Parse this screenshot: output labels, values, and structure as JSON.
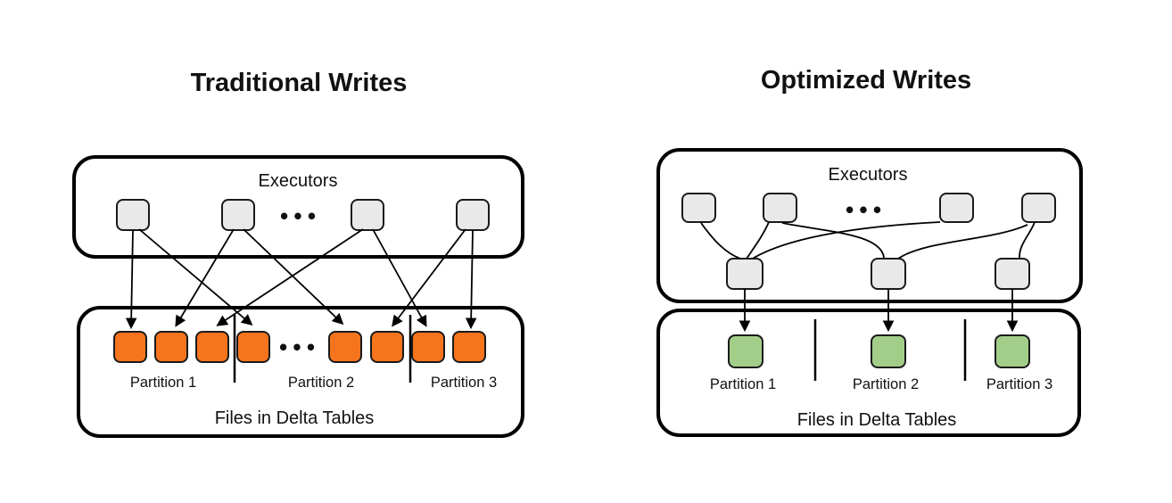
{
  "left": {
    "title": "Traditional Writes",
    "executors": {
      "label": "Executors",
      "ellipsis": "•••"
    },
    "files": {
      "label": "Files in Delta Tables",
      "ellipsis": "•••",
      "partitions": [
        "Partition 1",
        "Partition 2",
        "Partition 3"
      ]
    }
  },
  "right": {
    "title": "Optimized Writes",
    "executors": {
      "label": "Executors",
      "ellipsis": "•••"
    },
    "files": {
      "label": "Files in Delta Tables",
      "partitions": [
        "Partition 1",
        "Partition 2",
        "Partition 3"
      ]
    }
  },
  "colors": {
    "traditional_file": "#F5741D",
    "optimized_file": "#A2CE8A",
    "executor_node": "#E9E9E9",
    "outline": "#000000",
    "background": "#FFFFFF"
  }
}
